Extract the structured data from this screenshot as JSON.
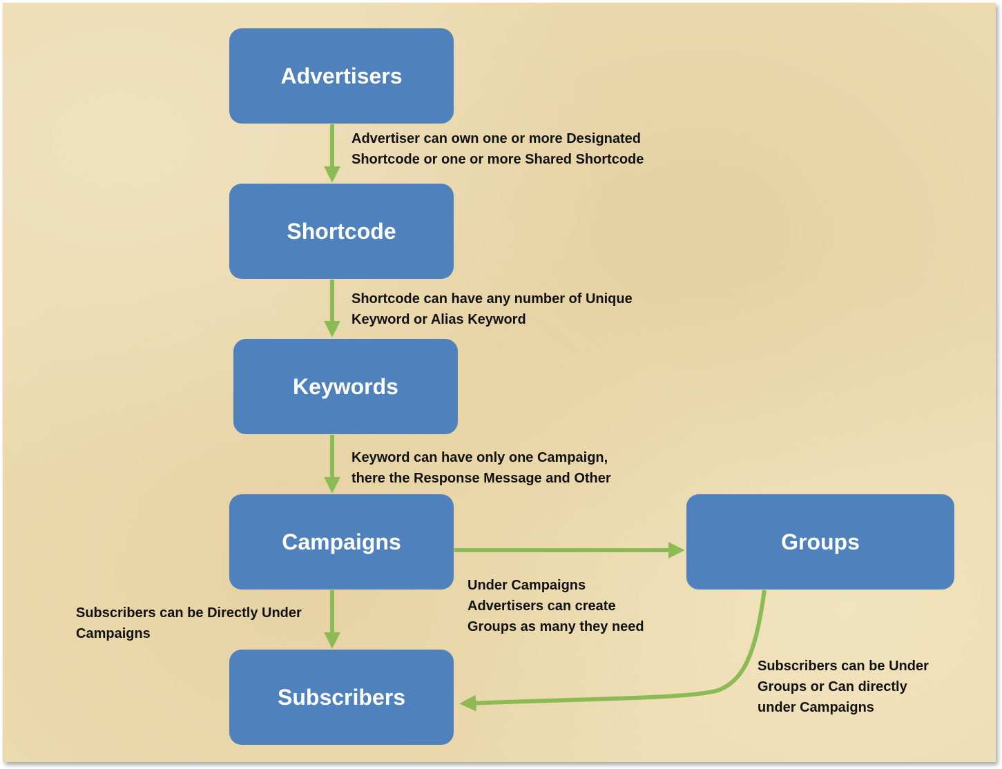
{
  "boxes": {
    "advertisers": "Advertisers",
    "shortcode": "Shortcode",
    "keywords": "Keywords",
    "campaigns": "Campaigns",
    "groups": "Groups",
    "subscribers": "Subscribers"
  },
  "notes": {
    "advertiser_shortcode": "Advertiser can own one or more Designated\nShortcode or one or more Shared Shortcode",
    "shortcode_keywords": "Shortcode can have any number of Unique\nKeyword or Alias Keyword",
    "keywords_campaigns": "Keyword can have only one Campaign,\nthere the Response Message and Other",
    "campaigns_groups": "Under Campaigns\nAdvertisers can create\nGroups as many they need",
    "campaigns_subscribers": "Subscribers can be Directly Under\nCampaigns",
    "groups_subscribers": "Subscribers can be Under\nGroups or Can directly\nunder Campaigns"
  },
  "colors": {
    "box_fill": "#4f81bd",
    "arrow": "#8cbb55",
    "background": "#ecdbb0"
  }
}
